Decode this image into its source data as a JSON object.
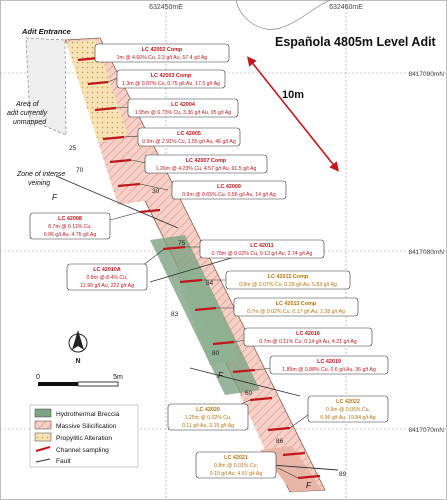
{
  "title": "Española 4805m Level Adit",
  "grid": {
    "east_1": "632450mE",
    "east_2": "632460mE",
    "north_1": "8417090mN",
    "north_2": "8417080mN",
    "north_3": "8417070mN"
  },
  "scale_arrow_label": "10m",
  "scale_bar": {
    "zero": "0",
    "end": "5m"
  },
  "north_arrow": "N",
  "annotations": {
    "adit_entrance": "Adit Entrance",
    "unmapped_1": "Area of",
    "unmapped_2": "adit currently",
    "unmapped_3": "unmapped",
    "intense_1": "Zone of intense",
    "intense_2": "veining"
  },
  "samples": [
    {
      "id": "LC 42002 Comp",
      "line": "1m @ 4.60% Cu, 2.3 g/t Au, 57.4 g/t Ag",
      "style": "red"
    },
    {
      "id": "LC 42003 Comp",
      "line": "1.3m @ 0.87% Cu, 0.75 g/t Au, 17.5 g/t Ag",
      "style": "red"
    },
    {
      "id": "LC 42004",
      "line": "1.95m @ 6.73% Cu, 3.36 g/t Au, 95 g/t Ag",
      "style": "red"
    },
    {
      "id": "LC 42005",
      "line": "0.9m @ 2.91% Cu, 1.55 g/t Au, 46 g/t Ag",
      "style": "red"
    },
    {
      "id": "LC 42007 Comp",
      "line": "1.26m @ 4.23% Cu, 4.57 g/t Au, 91.5 g/t Ag",
      "style": "red"
    },
    {
      "id": "LC 42009",
      "line": "0.9m @ 0.65% Cu, 0.56 g/t Au, 14 g/t Ag",
      "style": "red"
    },
    {
      "id": "LC 42008",
      "line": "0.7m @ 0.11% Cu,",
      "line2": "0.06 g/t Au, 4.75 g/t Ag",
      "style": "red"
    },
    {
      "id": "LC 42011",
      "line": "0.75m @ 0.02% Cu, 0.13 g/t Au, 2.74 g/t Ag",
      "style": "red"
    },
    {
      "id": "LC 42010A",
      "line": "0.8m @ 8.4% Cu,",
      "line2": "12.99 g/t Au, 222 g/t Ag",
      "style": "red"
    },
    {
      "id": "LC 42012 Comp",
      "line": "0.8m @ 0.07% Cu, 0.29 g/t Au, 5.83 g/t Ag",
      "style": "orange"
    },
    {
      "id": "LC 42013 Comp",
      "line": "0.7m @ 0.02% Cu, 0.17 g/t Au, 2.38 g/t Ag",
      "style": "orange"
    },
    {
      "id": "LC 42016",
      "line": "0.7m @ 0.11% Cu, 0.14 g/t Au, 4.21 g/t Ag",
      "style": "red"
    },
    {
      "id": "LC 42019",
      "line": "1.85m @ 0.88% Cu, 0.6 g/t Au, 36 g/t Ag",
      "style": "red"
    },
    {
      "id": "LC 42020",
      "line": "1.25m @ 0.02% Cu,",
      "line2": "0.11 g/t Au, 3.15 g/t Ag",
      "style": "orange"
    },
    {
      "id": "LC 42022",
      "line": "0.9m @ 0.05% Cu,",
      "line2": "0.96 g/t Au, 19.84 g/t Ag",
      "style": "orange"
    },
    {
      "id": "LC 42021",
      "line": "0.8m @ 0.01% Cu,",
      "line2": "0.19 g/t Au, 4.91 g/t Ag",
      "style": "orange"
    }
  ],
  "legend": {
    "items": [
      {
        "label": "Hydrothermal Breccia",
        "color": "#7ea383"
      },
      {
        "label": "Massive Silicification",
        "color": "#f3c7be"
      },
      {
        "label": "Propylitic Alteration",
        "color": "#f6e2b4"
      },
      {
        "label": "Channel sampling",
        "color": "#c0171c"
      },
      {
        "label": "Fault",
        "color": "#333333"
      }
    ]
  },
  "measurements": [
    "25",
    "84",
    "70",
    "30",
    "75",
    "83",
    "84",
    "80",
    "60",
    "86",
    "89"
  ],
  "fault_label": "F",
  "colors": {
    "red_text": "#c0171c",
    "orange_text": "#b8720f",
    "breccia": "#7ea383",
    "silicification": "#f3c7be",
    "propylitic": "#f6e2b4"
  }
}
